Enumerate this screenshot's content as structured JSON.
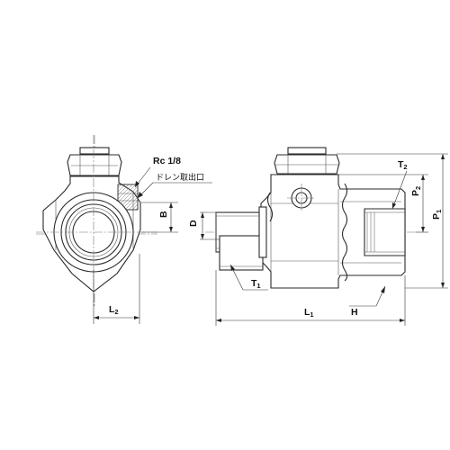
{
  "labels": {
    "rc": "Rc 1/8",
    "drain": "ドレン取出口",
    "b": "B",
    "d": "D",
    "l2_main": "L",
    "l2_sub": "2",
    "t1_main": "T",
    "t1_sub": "1",
    "l1_main": "L",
    "l1_sub": "1",
    "h": "H",
    "t2_main": "T",
    "t2_sub": "2",
    "p2_main": "P",
    "p2_sub": "2",
    "p1_main": "P",
    "p1_sub": "1"
  },
  "colors": {
    "line": "#2a2a2a",
    "background": "#ffffff"
  }
}
